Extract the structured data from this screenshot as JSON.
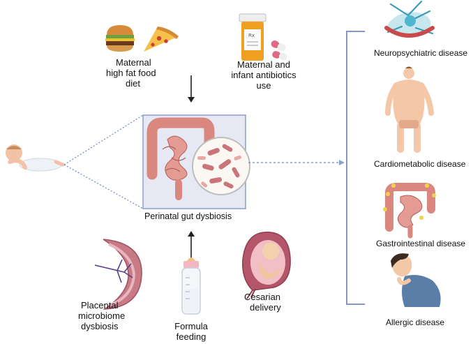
{
  "factors": {
    "high_fat_diet": [
      "Maternal",
      "high fat food",
      "diet"
    ],
    "antibiotics": [
      "Maternal and",
      "infant antibiotics",
      "use"
    ],
    "placental": [
      "Placental",
      "microbiome",
      "dysbiosis"
    ],
    "formula": [
      "Formula",
      "feeding"
    ],
    "cesarian": [
      "Cesarian",
      "delivery"
    ]
  },
  "center": {
    "label": "Perinatal gut dysbiosis"
  },
  "diseases": [
    "Neuropsychiatric disease",
    "Cardiometabolic disease",
    "Gastrointestinal disease",
    "Allergic disease"
  ],
  "colors": {
    "gut": "#d9877f",
    "gut_dark": "#b65a55",
    "box_fill": "#e6e9f3",
    "box_stroke": "#8d9cc8",
    "dotted": "#6f86c4",
    "bracket": "#8797c6",
    "bacteria": "#c9757a"
  }
}
